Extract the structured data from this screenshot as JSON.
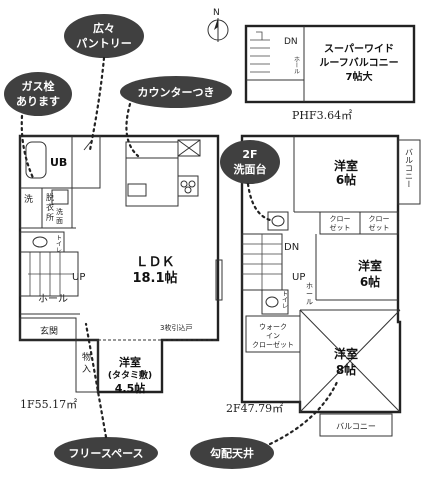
{
  "compass": {
    "north": "N"
  },
  "callouts": {
    "pantry": [
      "広々",
      "パントリー"
    ],
    "gas": [
      "ガス栓",
      "あります"
    ],
    "counter": "カウンターつき",
    "washbasin": [
      "2F",
      "洗面台"
    ],
    "free_space": "フリースペース",
    "sloped_ceiling": "勾配天井"
  },
  "floor1": {
    "area": "1F55.17㎡",
    "rooms": {
      "ub": "UB",
      "wash": "洗",
      "washroom": [
        "脱",
        "衣",
        "所"
      ],
      "laundry_stand": [
        "洗",
        "面"
      ],
      "ldk": "ＬＤＫ",
      "ldk_size": "18.1帖",
      "toilet": [
        "ト",
        "イ",
        "レ"
      ],
      "up": "UP",
      "hall": "ホール",
      "entrance": "玄関",
      "storage": [
        "物",
        "入"
      ],
      "washitsu": "洋室",
      "washitsu_type": "(タタミ敷)",
      "washitsu_size": "4.5帖",
      "sliding_note": "3枚引込戸"
    }
  },
  "floor2": {
    "area": "2F47.79㎡",
    "rooms": {
      "bed1": "洋室",
      "bed1_size": "6帖",
      "balcony1": "バルコニー",
      "closet1": [
        "クロー",
        "ゼット"
      ],
      "closet2": [
        "クロー",
        "ゼット"
      ],
      "bed2": "洋室",
      "bed2_size": "6帖",
      "dn": "DN",
      "up_hall": "UP",
      "hall": [
        "ホ",
        "ー",
        "ル"
      ],
      "toilet": [
        "ト",
        "イ",
        "レ"
      ],
      "wic": [
        "ウォーク",
        "イン",
        "クローゼット"
      ],
      "bed3": "洋室",
      "bed3_size": "8帖",
      "balcony2": "バルコニー"
    }
  },
  "penthouse": {
    "area": "PHF3.64㎡",
    "dn": "DN",
    "hall": "ホール",
    "roof_balcony": [
      "スーパーワイド",
      "ルーフバルコニー",
      "7帖大"
    ]
  }
}
